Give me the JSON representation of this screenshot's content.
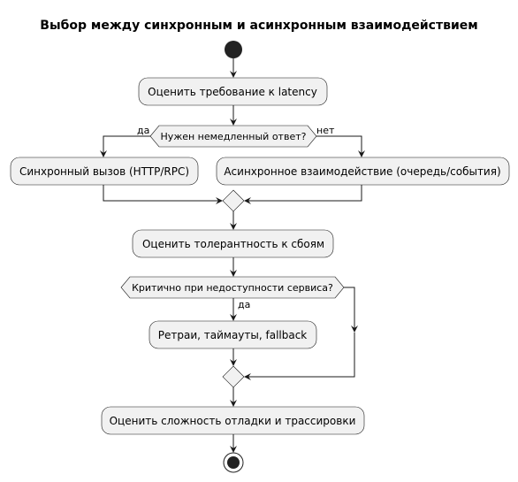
{
  "diagram": {
    "title": "Выбор между синхронным и асинхронным взаимодействием",
    "activities": {
      "evaluate_latency": "Оценить требование к latency",
      "sync_call": "Синхронный вызов (HTTP/RPC)",
      "async_interaction": "Асинхронное взаимодействие (очередь/события)",
      "evaluate_fault_tolerance": "Оценить толерантность к сбоям",
      "retries": "Ретраи, таймауты, fallback",
      "evaluate_debugging": "Оценить сложность отладки и трассировки"
    },
    "decisions": {
      "immediate_response": "Нужен немедленный ответ?",
      "critical_unavailability": "Критично при недоступности сервиса?"
    },
    "branch_labels": {
      "yes_1": "да",
      "no_1": "нет",
      "yes_2": "да"
    },
    "colors": {
      "node_fill": "#f1f1f1",
      "stroke": "#181818",
      "start_end": "#222222"
    }
  }
}
